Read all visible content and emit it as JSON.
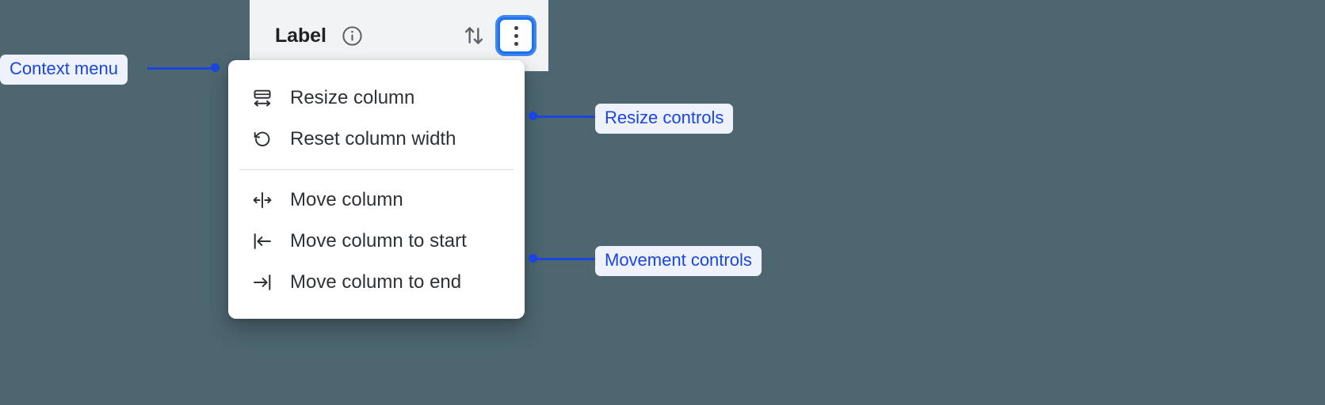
{
  "colors": {
    "background": "#4d6670",
    "header_bg": "#f1f3f4",
    "menu_bg": "#ffffff",
    "accent_blue": "#1a73e8",
    "annotation_blue": "#1a45e0",
    "annotation_chip_bg": "#eef2fd",
    "menu_text": "#2d3237",
    "divider": "#dadce0"
  },
  "column_header": {
    "label": "Label",
    "info_icon": "info-circle-icon",
    "sort_icon": "sort-up-down-icon",
    "kebab_icon": "more-vertical-icon",
    "kebab_focused": true
  },
  "context_menu": {
    "groups": [
      {
        "name": "resize",
        "items": [
          {
            "icon": "resize-column-icon",
            "label": "Resize column"
          },
          {
            "icon": "reset-width-icon",
            "label": "Reset column width"
          }
        ]
      },
      {
        "name": "movement",
        "items": [
          {
            "icon": "move-column-icon",
            "label": "Move column"
          },
          {
            "icon": "move-to-start-icon",
            "label": "Move column to start"
          },
          {
            "icon": "move-to-end-icon",
            "label": "Move column to end"
          }
        ]
      }
    ]
  },
  "annotations": [
    {
      "id": "context",
      "label": "Context menu"
    },
    {
      "id": "resize",
      "label": "Resize controls"
    },
    {
      "id": "movement",
      "label": "Movement controls"
    }
  ]
}
